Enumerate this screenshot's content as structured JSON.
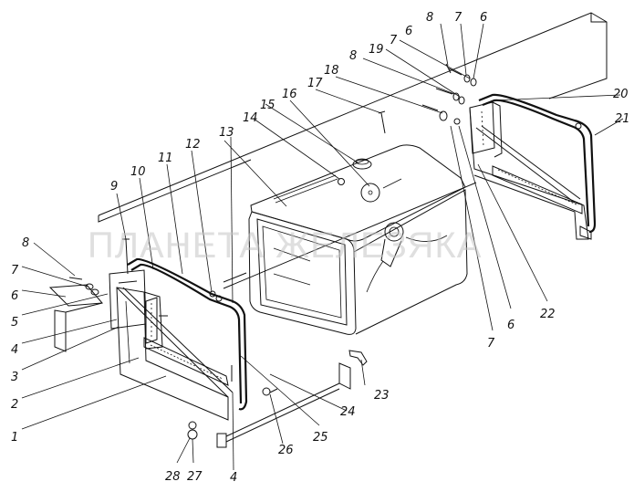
{
  "watermark": "ПЛАНЕТА ЖЕЛЕЗЯКА",
  "callouts": {
    "c1": "1",
    "c2": "2",
    "c3": "3",
    "c4a": "4",
    "c4b": "4",
    "c5": "5",
    "c6a": "6",
    "c6b": "6",
    "c6c": "6",
    "c6d": "6",
    "c7a": "7",
    "c7b": "7",
    "c7c": "7",
    "c7d": "7",
    "c8a": "8",
    "c8b": "8",
    "c8c": "8",
    "c9": "9",
    "c10": "10",
    "c11": "11",
    "c12": "12",
    "c13": "13",
    "c14": "14",
    "c15": "15",
    "c16": "16",
    "c17": "17",
    "c18": "18",
    "c19": "19",
    "c20": "20",
    "c21": "21",
    "c22": "22",
    "c23": "23",
    "c24": "24",
    "c25": "25",
    "c26": "26",
    "c27": "27",
    "c28": "28"
  }
}
